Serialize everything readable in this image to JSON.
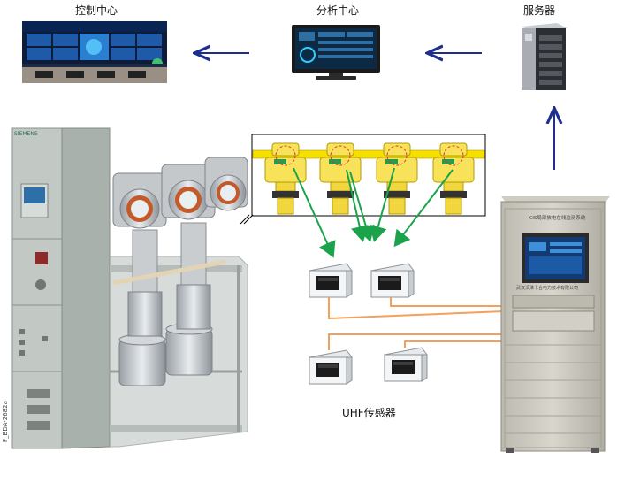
{
  "labels": {
    "control_center": "控制中心",
    "analysis_center": "分析中心",
    "server": "服务器",
    "uhf_sensor": "UHF传感器"
  },
  "switchgear": {
    "brand": "SIEMENS",
    "figure_code": "F_BDA-2682a"
  },
  "cabinet": {
    "title": "GIS局部放电在线监测系统",
    "company": "武汉沃维卡合电力技术有限公司"
  },
  "colors": {
    "flow_arrow": "#1f2f8f",
    "signal_arrow": "#1aa34a",
    "cable": "#f2a15a",
    "busbar": "#f5e000"
  }
}
